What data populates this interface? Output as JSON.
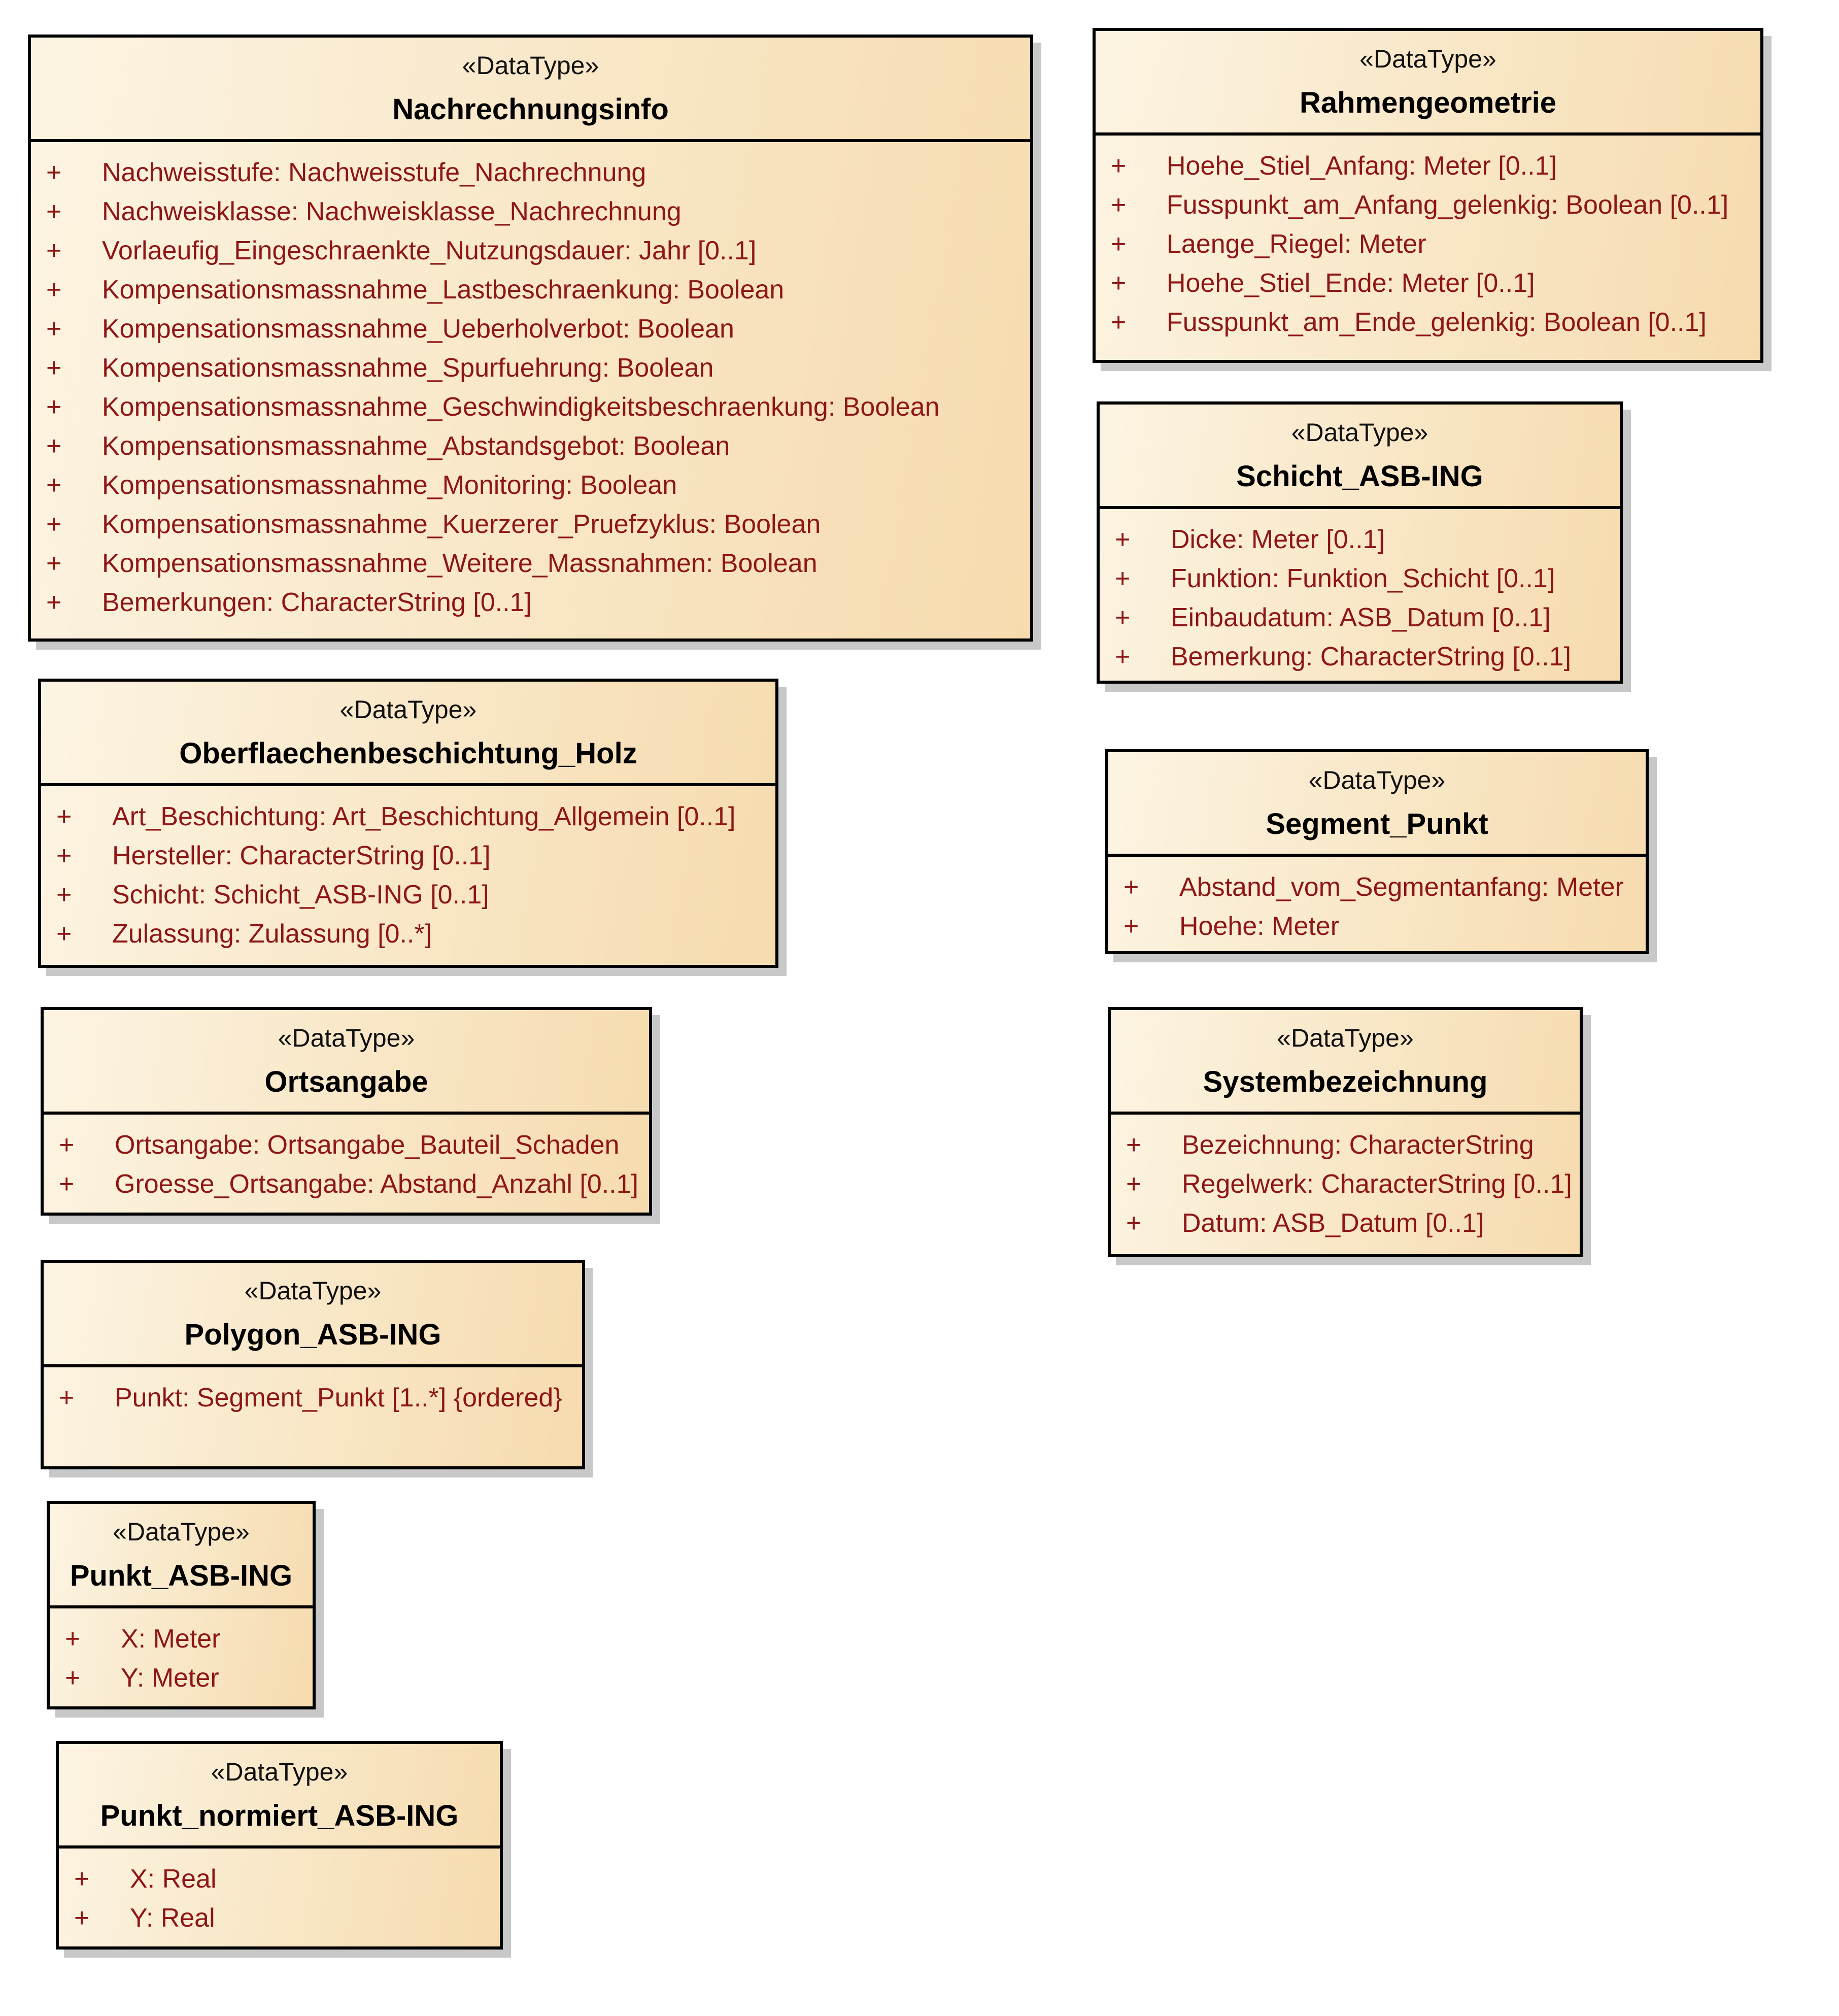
{
  "diagram": {
    "visibility_marker": "+",
    "colors": {
      "box_fill_start": "#fcf4e2",
      "box_fill_end": "#f6dbae",
      "border": "#000000",
      "attribute_text": "#8e1616",
      "shadow": "#c8c8c8",
      "page_background": "#ffffff"
    },
    "classes": [
      {
        "id": "nachrechnungsinfo",
        "stereotype": "«DataType»",
        "name": "Nachrechnungsinfo",
        "attributes": [
          "Nachweisstufe: Nachweisstufe_Nachrechnung",
          "Nachweisklasse: Nachweisklasse_Nachrechnung",
          "Vorlaeufig_Eingeschraenkte_Nutzungsdauer: Jahr [0..1]",
          "Kompensationsmassnahme_Lastbeschraenkung: Boolean",
          "Kompensationsmassnahme_Ueberholverbot: Boolean",
          "Kompensationsmassnahme_Spurfuehrung: Boolean",
          "Kompensationsmassnahme_Geschwindigkeitsbeschraenkung: Boolean",
          "Kompensationsmassnahme_Abstandsgebot: Boolean",
          "Kompensationsmassnahme_Monitoring: Boolean",
          "Kompensationsmassnahme_Kuerzerer_Pruefzyklus: Boolean",
          "Kompensationsmassnahme_Weitere_Massnahmen: Boolean",
          "Bemerkungen: CharacterString [0..1]"
        ]
      },
      {
        "id": "rahmengeometrie",
        "stereotype": "«DataType»",
        "name": "Rahmengeometrie",
        "attributes": [
          "Hoehe_Stiel_Anfang: Meter [0..1]",
          "Fusspunkt_am_Anfang_gelenkig: Boolean [0..1]",
          "Laenge_Riegel: Meter",
          "Hoehe_Stiel_Ende: Meter [0..1]",
          "Fusspunkt_am_Ende_gelenkig: Boolean [0..1]"
        ]
      },
      {
        "id": "schicht_asb_ing",
        "stereotype": "«DataType»",
        "name": "Schicht_ASB-ING",
        "attributes": [
          "Dicke: Meter [0..1]",
          "Funktion: Funktion_Schicht [0..1]",
          "Einbaudatum: ASB_Datum [0..1]",
          "Bemerkung: CharacterString [0..1]"
        ]
      },
      {
        "id": "oberflaechenbeschichtung_holz",
        "stereotype": "«DataType»",
        "name": "Oberflaechenbeschichtung_Holz",
        "attributes": [
          "Art_Beschichtung: Art_Beschichtung_Allgemein [0..1]",
          "Hersteller: CharacterString [0..1]",
          "Schicht: Schicht_ASB-ING [0..1]",
          "Zulassung: Zulassung [0..*]"
        ]
      },
      {
        "id": "segment_punkt",
        "stereotype": "«DataType»",
        "name": "Segment_Punkt",
        "attributes": [
          "Abstand_vom_Segmentanfang: Meter",
          "Hoehe: Meter"
        ]
      },
      {
        "id": "ortsangabe",
        "stereotype": "«DataType»",
        "name": "Ortsangabe",
        "attributes": [
          "Ortsangabe: Ortsangabe_Bauteil_Schaden",
          "Groesse_Ortsangabe: Abstand_Anzahl [0..1]"
        ]
      },
      {
        "id": "systembezeichnung",
        "stereotype": "«DataType»",
        "name": "Systembezeichnung",
        "attributes": [
          "Bezeichnung: CharacterString",
          "Regelwerk: CharacterString [0..1]",
          "Datum: ASB_Datum [0..1]"
        ]
      },
      {
        "id": "polygon_asb_ing",
        "stereotype": "«DataType»",
        "name": "Polygon_ASB-ING",
        "attributes": [
          "Punkt: Segment_Punkt [1..*] {ordered}"
        ]
      },
      {
        "id": "punkt_asb_ing",
        "stereotype": "«DataType»",
        "name": "Punkt_ASB-ING",
        "attributes": [
          "X: Meter",
          "Y: Meter"
        ]
      },
      {
        "id": "punkt_normiert_asb_ing",
        "stereotype": "«DataType»",
        "name": "Punkt_normiert_ASB-ING",
        "attributes": [
          "X: Real",
          "Y: Real"
        ]
      }
    ]
  }
}
